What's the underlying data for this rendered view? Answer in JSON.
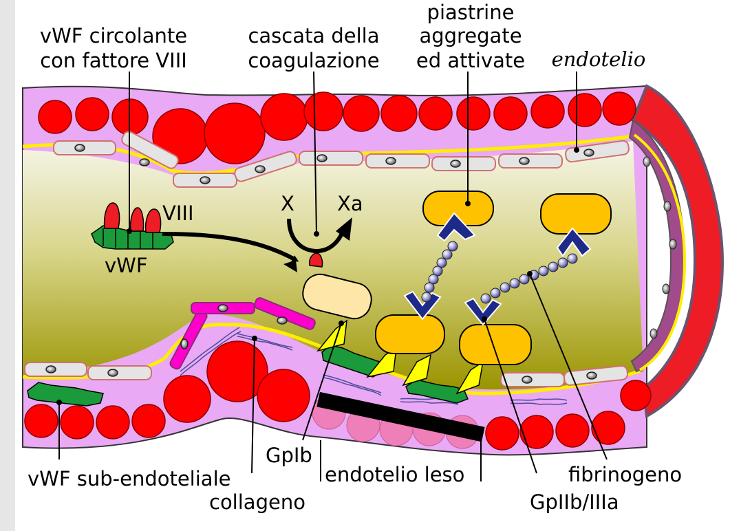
{
  "labels": {
    "vwf_circ_1": "vWF circolante",
    "vwf_circ_2": "con fattore VIII",
    "cascata_1": "cascata della",
    "cascata_2": "coagulazione",
    "piastrine_1": "piastrine",
    "piastrine_2": "aggregate",
    "piastrine_3": "ed attivate",
    "endotelio": "endotelio",
    "viii": "VIII",
    "vwf": "vWF",
    "x": "X",
    "xa": "Xa",
    "gpib": "GpIb",
    "endotelio_leso": "endotelio leso",
    "fibrinogeno": "fibrinogeno",
    "vwf_sub": "vWF sub-endoteliale",
    "collageno": "collageno",
    "gpiib": "GpIIb/IIIa"
  },
  "colors": {
    "vessel_wall": "#e9a9f4",
    "red_cell": "#ff0000",
    "endothelium_line": "#ffee00",
    "platelet_active": "#ffc200",
    "platelet_inactive": "#fde6a8",
    "vwf_green": "#1a9a3a",
    "receptor_blue": "#1e2a8a",
    "fibrinogen_bead": "#9c9ccf",
    "lumen_top": "#f4f4e4",
    "lumen_bottom": "#9c9600",
    "vessel_cut": "#ee1c25",
    "vessel_cut_dark": "#6a5470",
    "magenta_cell": "#ff00cc",
    "left_strip": "#e6e6e6"
  }
}
